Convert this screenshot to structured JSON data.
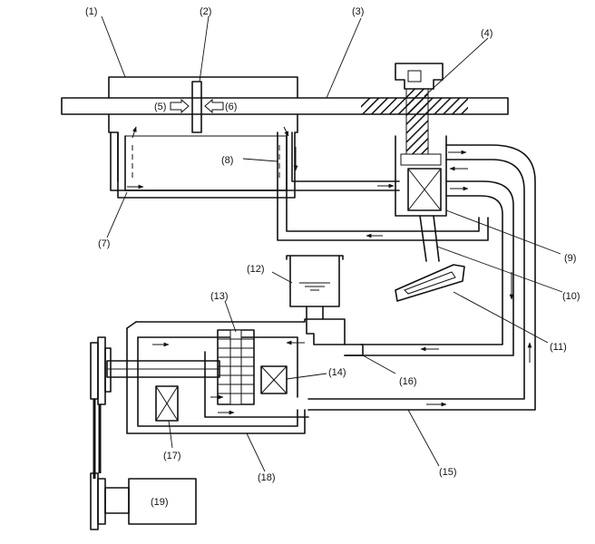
{
  "labels": {
    "l1": "(1)",
    "l2": "(2)",
    "l3": "(3)",
    "l4": "(4)",
    "l5": "(5)",
    "l6": "(6)",
    "l7": "(7)",
    "l8": "(8)",
    "l9": "(9)",
    "l10": "(10)",
    "l11": "(11)",
    "l12": "(12)",
    "l13": "(13)",
    "l14": "(14)",
    "l15": "(15)",
    "l16": "(16)",
    "l17": "(17)",
    "l18": "(18)",
    "l19": "(19)"
  }
}
